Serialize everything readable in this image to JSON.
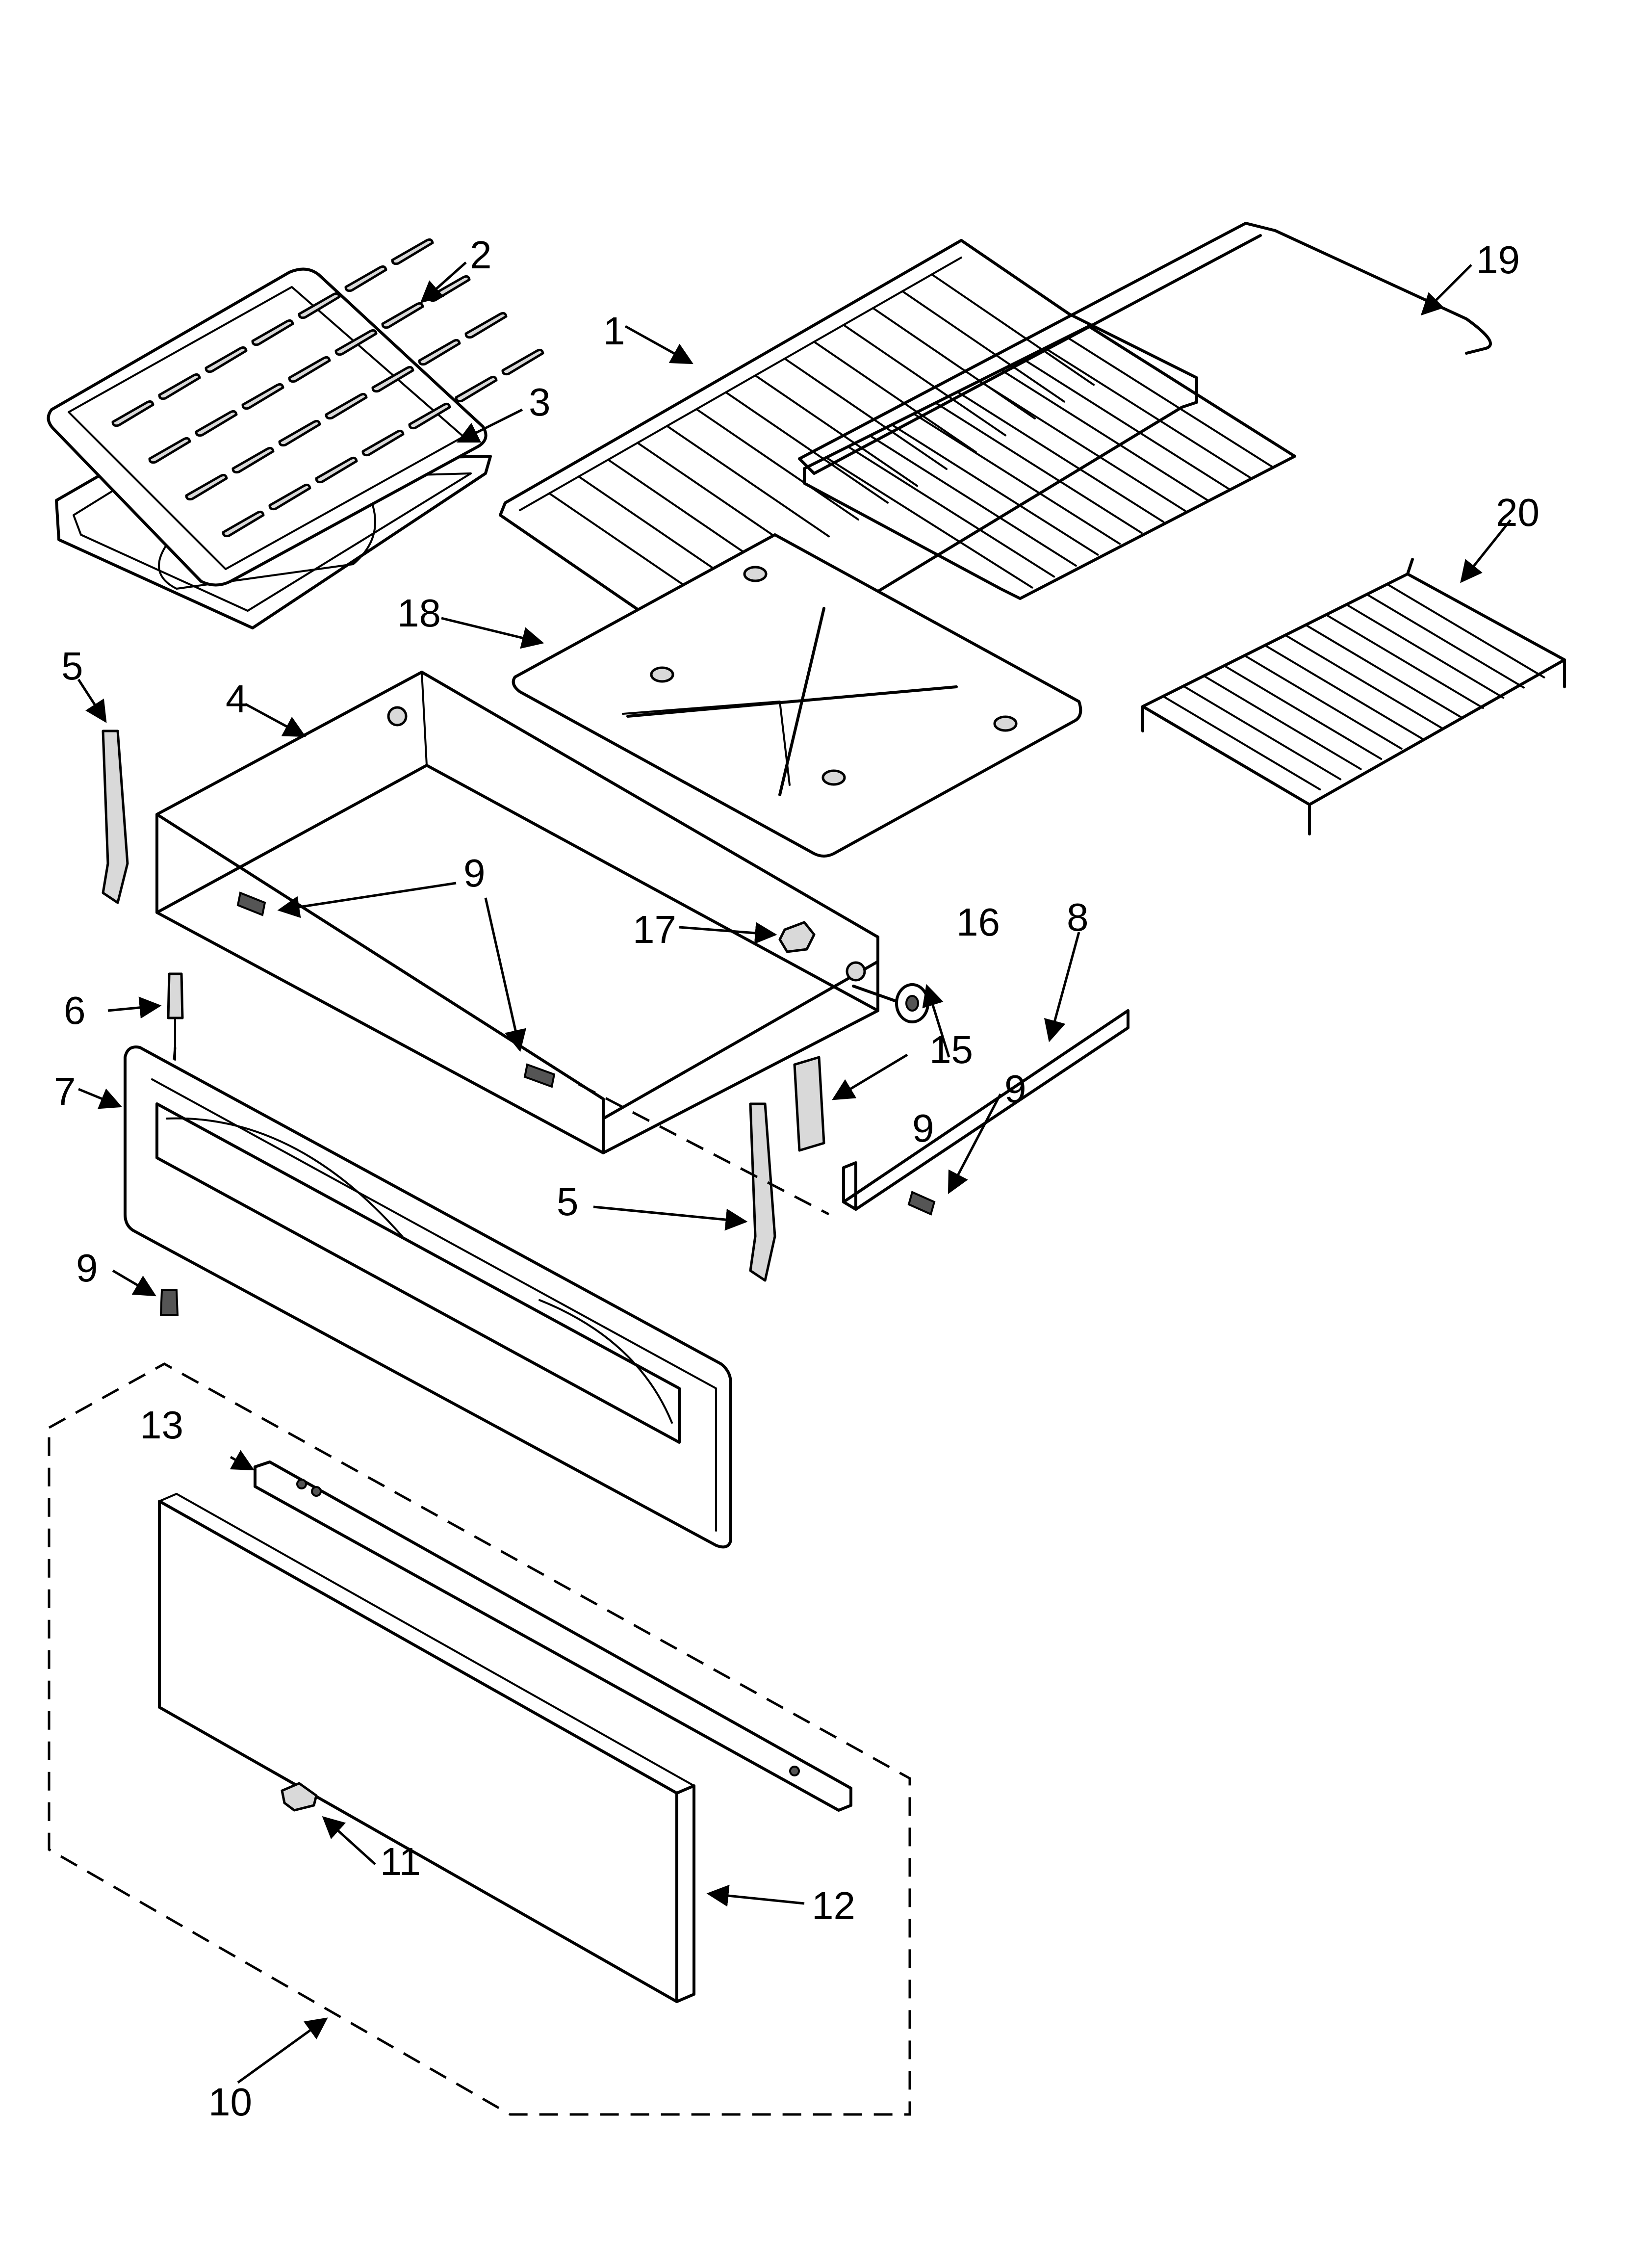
{
  "callouts": [
    {
      "id": "c1",
      "text": "1"
    },
    {
      "id": "c2",
      "text": "2"
    },
    {
      "id": "c3",
      "text": "3"
    },
    {
      "id": "c4",
      "text": "4"
    },
    {
      "id": "c5a",
      "text": "5"
    },
    {
      "id": "c5b",
      "text": "5"
    },
    {
      "id": "c6",
      "text": "6"
    },
    {
      "id": "c7",
      "text": "7"
    },
    {
      "id": "c8",
      "text": "8"
    },
    {
      "id": "c9a",
      "text": "9"
    },
    {
      "id": "c9b",
      "text": "9"
    },
    {
      "id": "c9c",
      "text": "9"
    },
    {
      "id": "c9d",
      "text": "9"
    },
    {
      "id": "c10",
      "text": "10"
    },
    {
      "id": "c11",
      "text": "11"
    },
    {
      "id": "c12",
      "text": "12"
    },
    {
      "id": "c13",
      "text": "13"
    },
    {
      "id": "c15",
      "text": "15"
    },
    {
      "id": "c16",
      "text": "16"
    },
    {
      "id": "c17",
      "text": "17"
    },
    {
      "id": "c18",
      "text": "18"
    },
    {
      "id": "c19",
      "text": "19"
    },
    {
      "id": "c20",
      "text": "20"
    }
  ]
}
